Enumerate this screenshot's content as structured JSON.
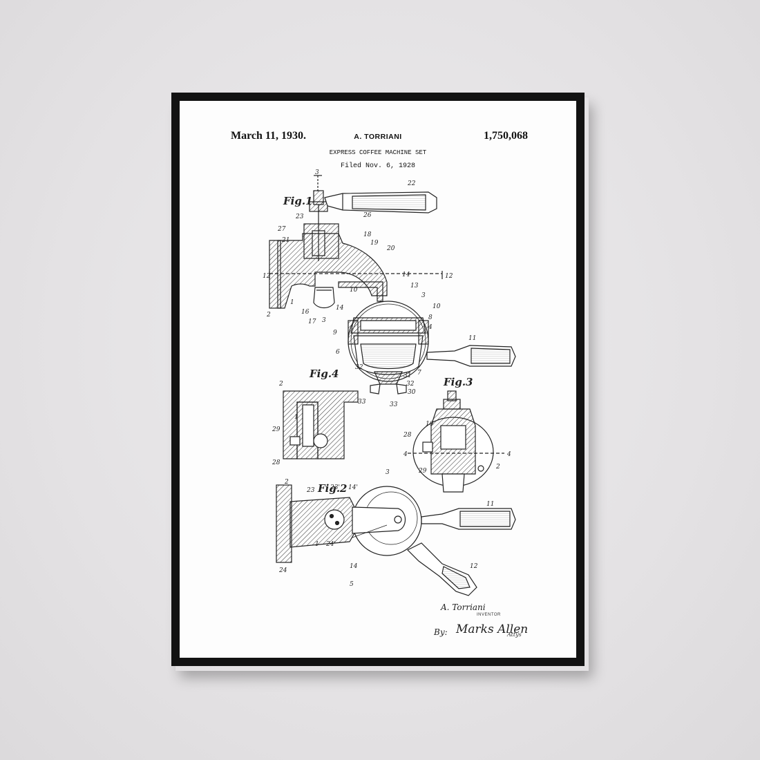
{
  "patent": {
    "date": "March 11, 1930.",
    "inventor_header": "A. TORRIANI",
    "number": "1,750,068",
    "title": "EXPRESS COFFEE MACHINE SET",
    "filed": "Filed Nov. 6, 1928"
  },
  "figures": {
    "fig1": "Fig.1",
    "fig2": "Fig.2",
    "fig3": "Fig.3",
    "fig4": "Fig.4"
  },
  "signature": {
    "inventor_name": "A. Torriani",
    "inventor_role": "INVENTOR",
    "by": "By:",
    "attorney": "Marks Allen",
    "attys": "Attys"
  },
  "colors": {
    "frame": "#121212",
    "mat": "#fdfdfd",
    "wall": "#e6e4e6",
    "ink": "#222222"
  }
}
